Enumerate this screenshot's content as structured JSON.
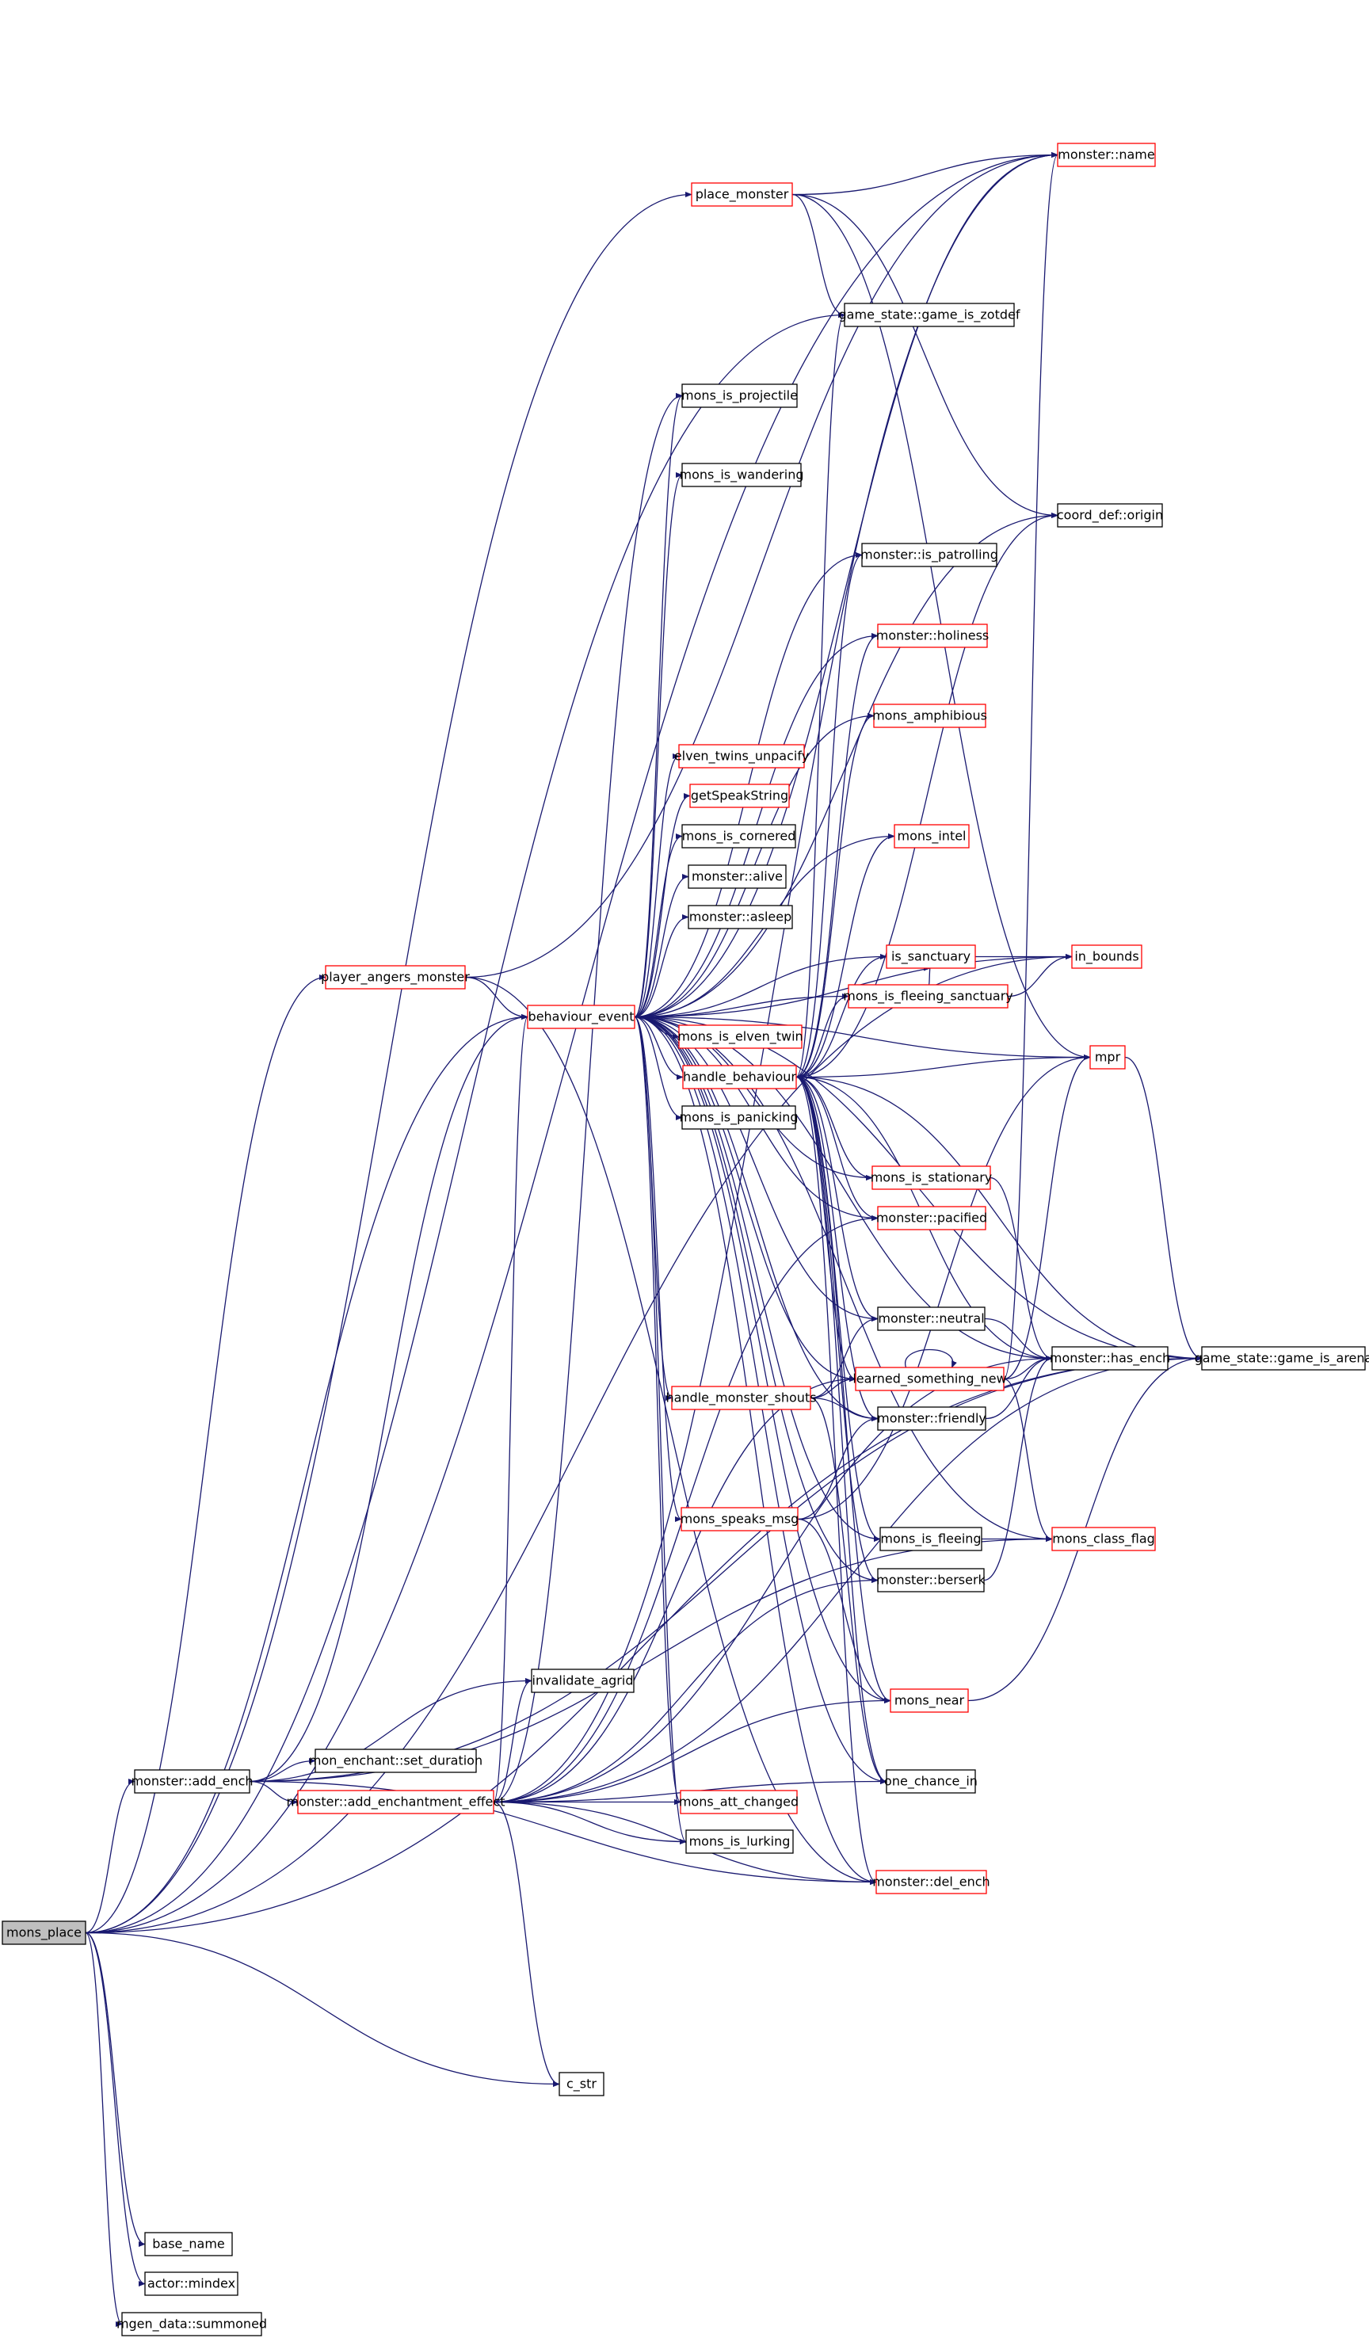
{
  "edge_color": "#191970",
  "highlight_fill": "#bfbfbf",
  "box_border_black": "#000000",
  "box_border_red": "#ff0000",
  "nodes": {
    "mons_place": {
      "label": "mons_place",
      "style": "highlight"
    },
    "place_monster": {
      "label": "place_monster",
      "style": "red"
    },
    "monster_name": {
      "label": "monster::name",
      "style": "red"
    },
    "game_is_zotdef": {
      "label": "game_state::game_is_zotdef",
      "style": "black"
    },
    "mons_is_projectile": {
      "label": "mons_is_projectile",
      "style": "black"
    },
    "mons_is_wandering": {
      "label": "mons_is_wandering",
      "style": "black"
    },
    "coord_origin": {
      "label": "coord_def::origin",
      "style": "black"
    },
    "is_patrolling": {
      "label": "monster::is_patrolling",
      "style": "black"
    },
    "holiness": {
      "label": "monster::holiness",
      "style": "red"
    },
    "mons_amphibious": {
      "label": "mons_amphibious",
      "style": "red"
    },
    "elven_twins_unpacify": {
      "label": "elven_twins_unpacify",
      "style": "red"
    },
    "getSpeakString": {
      "label": "getSpeakString",
      "style": "red"
    },
    "mons_is_cornered": {
      "label": "mons_is_cornered",
      "style": "black"
    },
    "mons_intel": {
      "label": "mons_intel",
      "style": "red"
    },
    "monster_alive": {
      "label": "monster::alive",
      "style": "black"
    },
    "monster_asleep": {
      "label": "monster::asleep",
      "style": "black"
    },
    "is_sanctuary": {
      "label": "is_sanctuary",
      "style": "red"
    },
    "in_bounds": {
      "label": "in_bounds",
      "style": "red"
    },
    "player_angers_monster": {
      "label": "player_angers_monster",
      "style": "red"
    },
    "behaviour_event": {
      "label": "behaviour_event",
      "style": "red"
    },
    "mons_is_fleeing_sanctuary": {
      "label": "mons_is_fleeing_sanctuary",
      "style": "red"
    },
    "mons_is_elven_twin": {
      "label": "mons_is_elven_twin",
      "style": "red"
    },
    "handle_behaviour": {
      "label": "handle_behaviour",
      "style": "red"
    },
    "mpr": {
      "label": "mpr",
      "style": "red"
    },
    "mons_is_panicking": {
      "label": "mons_is_panicking",
      "style": "black"
    },
    "mons_is_stationary": {
      "label": "mons_is_stationary",
      "style": "red"
    },
    "monster_pacified": {
      "label": "monster::pacified",
      "style": "red"
    },
    "monster_neutral": {
      "label": "monster::neutral",
      "style": "black"
    },
    "has_ench": {
      "label": "monster::has_ench",
      "style": "black"
    },
    "game_is_arena": {
      "label": "game_state::game_is_arena",
      "style": "black"
    },
    "handle_monster_shouts": {
      "label": "handle_monster_shouts",
      "style": "red"
    },
    "learned_something_new": {
      "label": "learned_something_new",
      "style": "red"
    },
    "monster_friendly": {
      "label": "monster::friendly",
      "style": "black"
    },
    "mons_speaks_msg": {
      "label": "mons_speaks_msg",
      "style": "red"
    },
    "mons_is_fleeing": {
      "label": "mons_is_fleeing",
      "style": "black"
    },
    "mons_class_flag": {
      "label": "mons_class_flag",
      "style": "red"
    },
    "monster_berserk": {
      "label": "monster::berserk",
      "style": "black"
    },
    "invalidate_agrid": {
      "label": "invalidate_agrid",
      "style": "black"
    },
    "mons_near": {
      "label": "mons_near",
      "style": "red"
    },
    "monster_add_ench": {
      "label": "monster::add_ench",
      "style": "black"
    },
    "set_duration": {
      "label": "mon_enchant::set_duration",
      "style": "black"
    },
    "one_chance_in": {
      "label": "one_chance_in",
      "style": "black"
    },
    "add_enchantment_effect": {
      "label": "monster::add_enchantment_effect",
      "style": "red"
    },
    "mons_att_changed": {
      "label": "mons_att_changed",
      "style": "red"
    },
    "mons_is_lurking": {
      "label": "mons_is_lurking",
      "style": "black"
    },
    "monster_del_ench": {
      "label": "monster::del_ench",
      "style": "red"
    },
    "c_str": {
      "label": "c_str",
      "style": "black"
    },
    "base_name": {
      "label": "base_name",
      "style": "black"
    },
    "actor_mindex": {
      "label": "actor::mindex",
      "style": "black"
    },
    "mgen_summoned": {
      "label": "mgen_data::summoned",
      "style": "black"
    }
  },
  "edges": [
    [
      "mons_place",
      "monster_name"
    ],
    [
      "mons_place",
      "place_monster"
    ],
    [
      "mons_place",
      "game_is_zotdef"
    ],
    [
      "mons_place",
      "in_bounds"
    ],
    [
      "mons_place",
      "player_angers_monster"
    ],
    [
      "mons_place",
      "behaviour_event"
    ],
    [
      "mons_place",
      "monster_add_ench"
    ],
    [
      "mons_place",
      "c_str"
    ],
    [
      "mons_place",
      "game_is_arena"
    ],
    [
      "mons_place",
      "base_name"
    ],
    [
      "mons_place",
      "actor_mindex"
    ],
    [
      "mons_place",
      "mgen_summoned"
    ],
    [
      "place_monster",
      "monster_name"
    ],
    [
      "place_monster",
      "game_is_zotdef"
    ],
    [
      "place_monster",
      "coord_origin"
    ],
    [
      "place_monster",
      "mpr"
    ],
    [
      "player_angers_monster",
      "monster_name"
    ],
    [
      "player_angers_monster",
      "behaviour_event"
    ],
    [
      "player_angers_monster",
      "monster_del_ench"
    ],
    [
      "behaviour_event",
      "monster_name"
    ],
    [
      "behaviour_event",
      "mons_is_projectile"
    ],
    [
      "behaviour_event",
      "mons_is_wandering"
    ],
    [
      "behaviour_event",
      "coord_origin"
    ],
    [
      "behaviour_event",
      "is_patrolling"
    ],
    [
      "behaviour_event",
      "holiness"
    ],
    [
      "behaviour_event",
      "mons_amphibious"
    ],
    [
      "behaviour_event",
      "elven_twins_unpacify"
    ],
    [
      "behaviour_event",
      "getSpeakString"
    ],
    [
      "behaviour_event",
      "mons_is_cornered"
    ],
    [
      "behaviour_event",
      "mons_intel"
    ],
    [
      "behaviour_event",
      "monster_alive"
    ],
    [
      "behaviour_event",
      "monster_asleep"
    ],
    [
      "behaviour_event",
      "is_sanctuary"
    ],
    [
      "behaviour_event",
      "in_bounds"
    ],
    [
      "behaviour_event",
      "mons_is_fleeing_sanctuary"
    ],
    [
      "behaviour_event",
      "mons_is_elven_twin"
    ],
    [
      "behaviour_event",
      "handle_behaviour"
    ],
    [
      "behaviour_event",
      "mons_is_panicking"
    ],
    [
      "behaviour_event",
      "mons_is_stationary"
    ],
    [
      "behaviour_event",
      "monster_pacified"
    ],
    [
      "behaviour_event",
      "monster_neutral"
    ],
    [
      "behaviour_event",
      "has_ench"
    ],
    [
      "behaviour_event",
      "game_is_arena"
    ],
    [
      "behaviour_event",
      "handle_monster_shouts"
    ],
    [
      "behaviour_event",
      "learned_something_new"
    ],
    [
      "behaviour_event",
      "monster_friendly"
    ],
    [
      "behaviour_event",
      "mons_speaks_msg"
    ],
    [
      "behaviour_event",
      "mons_is_fleeing"
    ],
    [
      "behaviour_event",
      "mons_class_flag"
    ],
    [
      "behaviour_event",
      "monster_berserk"
    ],
    [
      "behaviour_event",
      "mons_near"
    ],
    [
      "behaviour_event",
      "one_chance_in"
    ],
    [
      "behaviour_event",
      "mons_att_changed"
    ],
    [
      "behaviour_event",
      "mons_is_lurking"
    ],
    [
      "behaviour_event",
      "monster_del_ench"
    ],
    [
      "behaviour_event",
      "mpr"
    ],
    [
      "handle_behaviour",
      "game_is_zotdef"
    ],
    [
      "handle_behaviour",
      "coord_origin"
    ],
    [
      "handle_behaviour",
      "is_patrolling"
    ],
    [
      "handle_behaviour",
      "holiness"
    ],
    [
      "handle_behaviour",
      "mons_amphibious"
    ],
    [
      "handle_behaviour",
      "mons_intel"
    ],
    [
      "handle_behaviour",
      "is_sanctuary"
    ],
    [
      "handle_behaviour",
      "mons_is_fleeing_sanctuary"
    ],
    [
      "handle_behaviour",
      "mpr"
    ],
    [
      "handle_behaviour",
      "mons_is_stationary"
    ],
    [
      "handle_behaviour",
      "monster_pacified"
    ],
    [
      "handle_behaviour",
      "monster_neutral"
    ],
    [
      "handle_behaviour",
      "has_ench"
    ],
    [
      "handle_behaviour",
      "game_is_arena"
    ],
    [
      "handle_behaviour",
      "learned_something_new"
    ],
    [
      "handle_behaviour",
      "monster_friendly"
    ],
    [
      "handle_behaviour",
      "mons_is_fleeing"
    ],
    [
      "handle_behaviour",
      "monster_berserk"
    ],
    [
      "handle_behaviour",
      "mons_near"
    ],
    [
      "handle_behaviour",
      "one_chance_in"
    ],
    [
      "handle_behaviour",
      "monster_del_ench"
    ],
    [
      "is_sanctuary",
      "in_bounds"
    ],
    [
      "mons_is_fleeing_sanctuary",
      "in_bounds"
    ],
    [
      "mons_is_fleeing_sanctuary",
      "is_sanctuary"
    ],
    [
      "mpr",
      "game_is_arena"
    ],
    [
      "mons_is_stationary",
      "has_ench"
    ],
    [
      "monster_neutral",
      "has_ench"
    ],
    [
      "learned_something_new",
      "monster_name"
    ],
    [
      "learned_something_new",
      "has_ench"
    ],
    [
      "learned_something_new",
      "learned_something_new"
    ],
    [
      "learned_something_new",
      "mons_class_flag"
    ],
    [
      "learned_something_new",
      "mpr"
    ],
    [
      "monster_friendly",
      "has_ench"
    ],
    [
      "handle_monster_shouts",
      "monster_neutral"
    ],
    [
      "handle_monster_shouts",
      "learned_something_new"
    ],
    [
      "handle_monster_shouts",
      "monster_friendly"
    ],
    [
      "handle_monster_shouts",
      "one_chance_in"
    ],
    [
      "mons_speaks_msg",
      "monster_friendly"
    ],
    [
      "mons_speaks_msg",
      "mons_near"
    ],
    [
      "mons_speaks_msg",
      "mpr"
    ],
    [
      "mons_is_fleeing",
      "mons_class_flag"
    ],
    [
      "monster_berserk",
      "has_ench"
    ],
    [
      "mons_near",
      "game_is_arena"
    ],
    [
      "monster_add_ench",
      "invalidate_agrid"
    ],
    [
      "monster_add_ench",
      "set_duration"
    ],
    [
      "monster_add_ench",
      "add_enchantment_effect"
    ],
    [
      "monster_add_ench",
      "behaviour_event"
    ],
    [
      "monster_add_ench",
      "monster_del_ench"
    ],
    [
      "monster_add_ench",
      "mons_class_flag"
    ],
    [
      "monster_add_ench",
      "game_is_arena"
    ],
    [
      "add_enchantment_effect",
      "behaviour_event"
    ],
    [
      "add_enchantment_effect",
      "invalidate_agrid"
    ],
    [
      "add_enchantment_effect",
      "mons_att_changed"
    ],
    [
      "add_enchantment_effect",
      "mons_is_lurking"
    ],
    [
      "add_enchantment_effect",
      "monster_del_ench"
    ],
    [
      "add_enchantment_effect",
      "c_str"
    ],
    [
      "add_enchantment_effect",
      "monster_name"
    ],
    [
      "add_enchantment_effect",
      "mons_is_projectile"
    ],
    [
      "add_enchantment_effect",
      "monster_pacified"
    ],
    [
      "add_enchantment_effect",
      "learned_something_new"
    ],
    [
      "add_enchantment_effect",
      "monster_berserk"
    ],
    [
      "add_enchantment_effect",
      "has_ench"
    ],
    [
      "add_enchantment_effect",
      "game_is_arena"
    ],
    [
      "add_enchantment_effect",
      "mons_near"
    ],
    [
      "add_enchantment_effect",
      "one_chance_in"
    ]
  ]
}
